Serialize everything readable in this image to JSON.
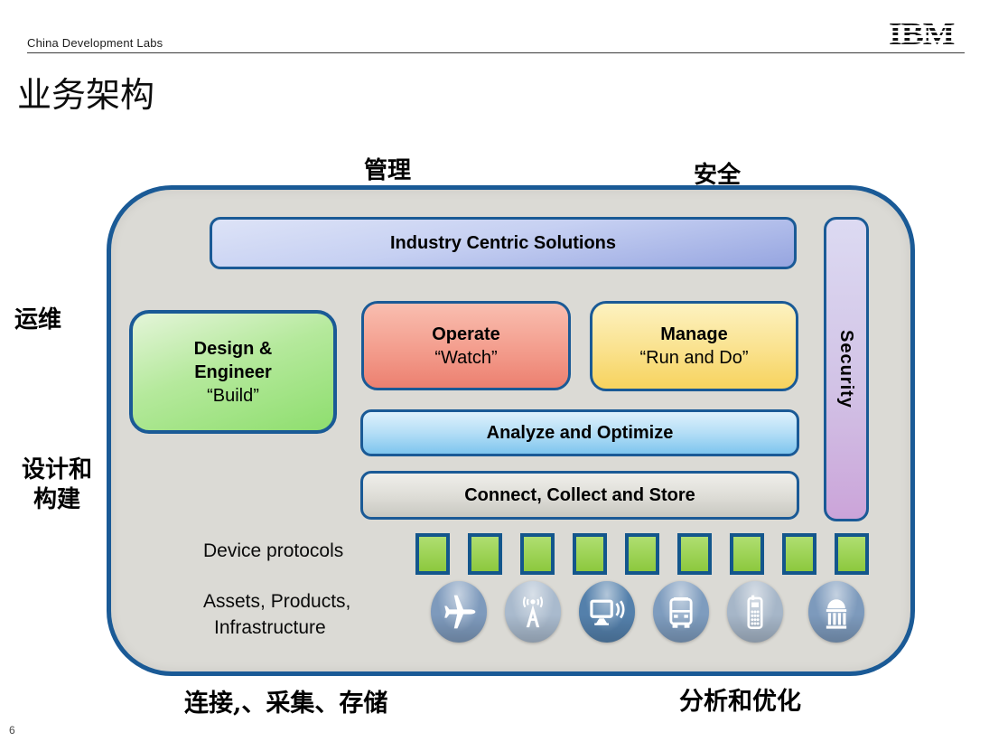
{
  "header": {
    "org": "China Development Labs",
    "logo_text": "IBM"
  },
  "title": "业务架构",
  "page_number": "6",
  "diagram": {
    "outer_labels": {
      "management": "管理",
      "security_cn": "安全",
      "operations_cn": "运维",
      "design_build_line1": "设计和",
      "design_build_line2": "构建",
      "connect_collect_store_cn": "连接,、采集、存储",
      "analyze_optimize_cn": "分析和优化"
    },
    "boxes": {
      "industry": {
        "label": "Industry Centric Solutions"
      },
      "design": {
        "line1": "Design &",
        "line2": "Engineer",
        "sub": "“Build”"
      },
      "operate": {
        "label": "Operate",
        "sub": "“Watch”"
      },
      "manage": {
        "label": "Manage",
        "sub": "“Run and Do”"
      },
      "analyze": {
        "label": "Analyze and Optimize"
      },
      "connect": {
        "label": "Connect, Collect and Store"
      },
      "security": {
        "label": "Security"
      }
    },
    "device_protocols_label": "Device protocols",
    "assets_label_line1": "Assets, Products,",
    "assets_label_line2": "Infrastructure",
    "protocol_squares_count": 9,
    "device_icons": [
      {
        "name": "airplane-icon",
        "color": "#7e9abc"
      },
      {
        "name": "radio-tower-icon",
        "color": "#a9bacd"
      },
      {
        "name": "computer-icon",
        "color": "#5480ab"
      },
      {
        "name": "bus-icon",
        "color": "#7e9cbe"
      },
      {
        "name": "mobile-phone-icon",
        "color": "#a6b6c8"
      },
      {
        "name": "bank-icon",
        "color": "#7d9abc"
      }
    ],
    "colors": {
      "container_fill": "#dbdad5",
      "border_blue": "#1a5a96",
      "square_green": "#94d341",
      "industry_blue": "#96a5e0",
      "design_green": "#8ede6e",
      "operate_red": "#ec8070",
      "manage_yellow": "#f7d35e",
      "analyze_blue": "#7ec5ee",
      "connect_gray": "#c8c8c1",
      "security_purple": "#cba4d9"
    }
  }
}
